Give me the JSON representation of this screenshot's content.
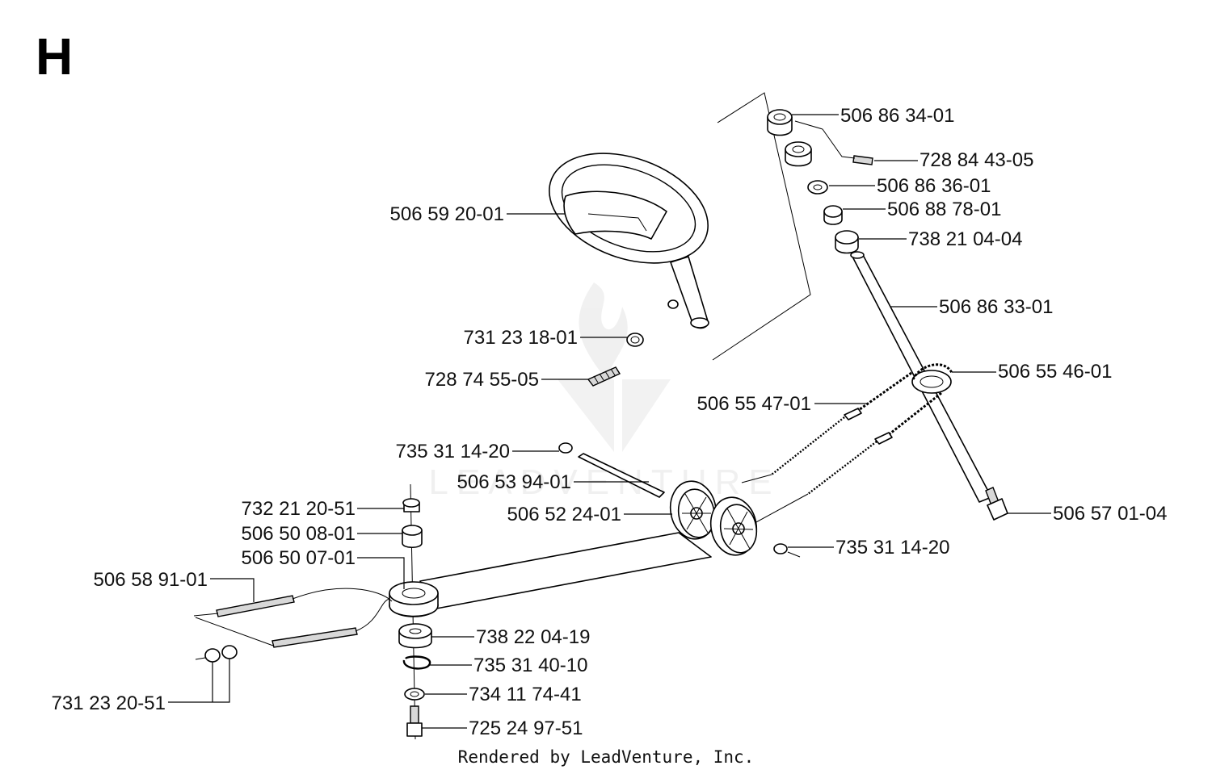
{
  "diagram": {
    "section_letter": "H",
    "footer": "Rendered by LeadVenture, Inc.",
    "watermark": "LEADVENTURE",
    "labels": {
      "p506863401": "506 86 34-01",
      "p728844305": "728 84 43-05",
      "p506863601": "506 86 36-01",
      "p506887801": "506 88 78-01",
      "p738210404": "738 21 04-04",
      "p506863301": "506 86 33-01",
      "p506554601": "506 55 46-01",
      "p506592001": "506 59 20-01",
      "p731231801": "731 23 18-01",
      "p728745505": "728 74 55-05",
      "p506554701": "506 55 47-01",
      "p735311420a": "735 31 14-20",
      "p506539401": "506 53 94-01",
      "p506522401": "506 52 24-01",
      "p506570104": "506 57 01-04",
      "p735311420b": "735 31 14-20",
      "p732212051": "732 21 20-51",
      "p506500801": "506 50 08-01",
      "p506500701": "506 50 07-01",
      "p506589101": "506 58 91-01",
      "p738220419": "738 22 04-19",
      "p735314010": "735 31 40-10",
      "p734117441": "734 11 74-41",
      "p731232051": "731 23 20-51",
      "p725249751": "725 24 97-51"
    }
  }
}
